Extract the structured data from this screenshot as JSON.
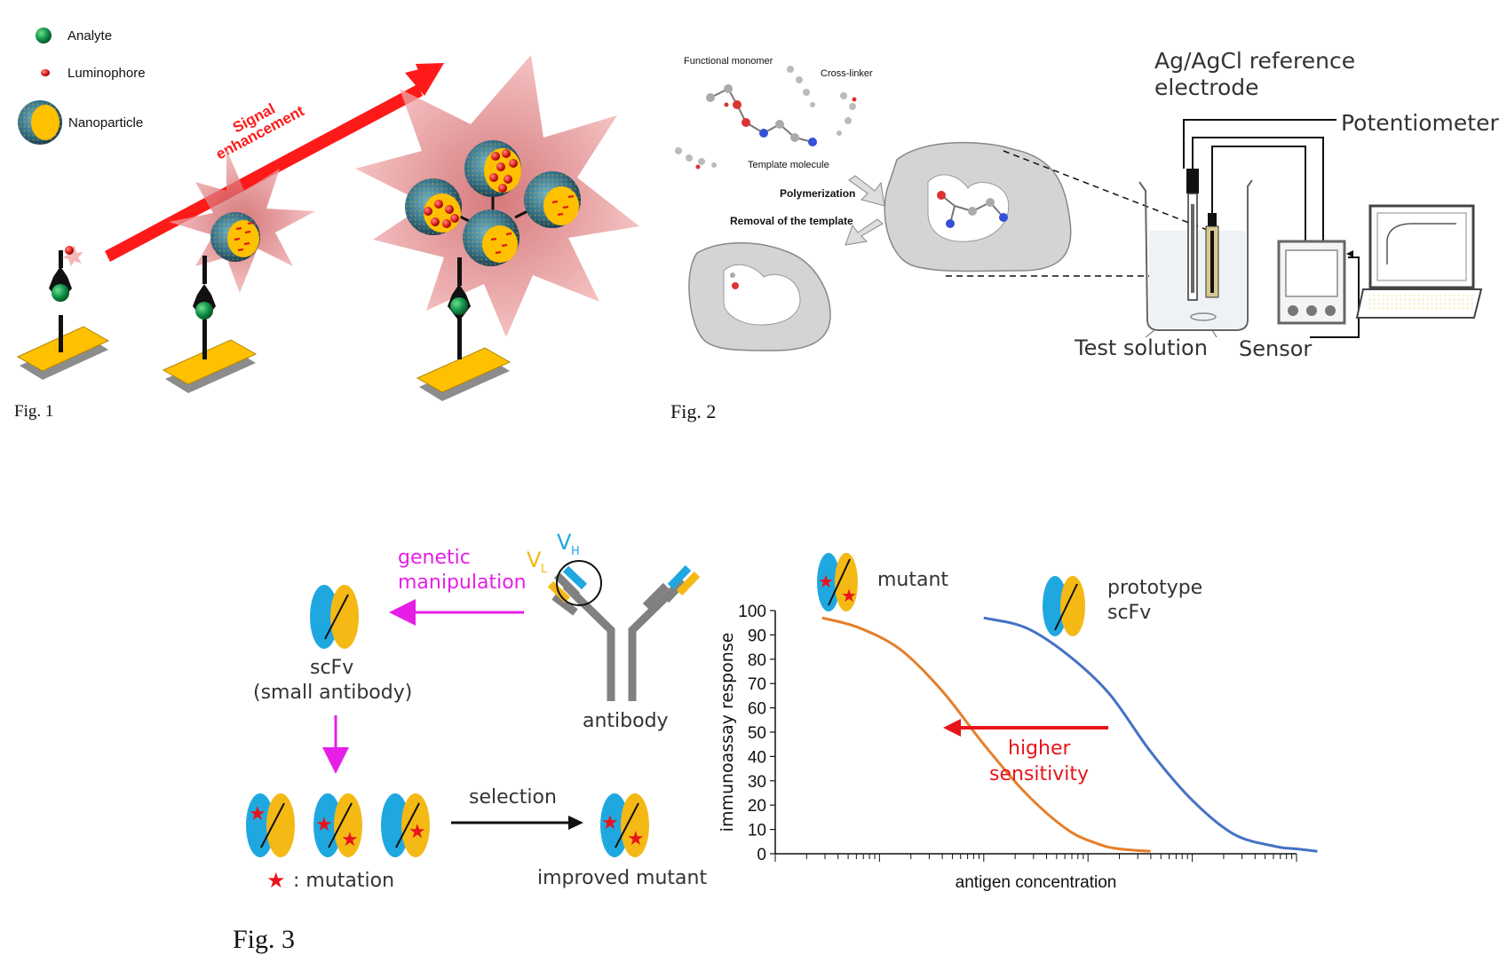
{
  "fig1": {
    "caption": "Fig. 1",
    "legend": [
      "Analyte",
      "Luminophore",
      "Nanoparticle"
    ],
    "signal_text_line1": "Signal",
    "signal_text_line2": "enhancement"
  },
  "fig2": {
    "caption": "Fig. 2",
    "functional_monomer": "Functional monomer",
    "cross_linker": "Cross-linker",
    "template_molecule": "Template molecule",
    "polymerization": "Polymerization",
    "removal": "Removal of the template",
    "reference_electrode_line1": "Ag/AgCl reference",
    "reference_electrode_line2": "electrode",
    "potentiometer": "Potentiometer",
    "test_solution": "Test solution",
    "sensor": "Sensor"
  },
  "fig3": {
    "caption": "Fig. 3",
    "genetic_line1": "genetic",
    "genetic_line2": "manipulation",
    "vl": "V",
    "vl_sub": "L",
    "vh": "V",
    "vh_sub": "H",
    "scfv_line1": "scFv",
    "scfv_line2": "(small antibody)",
    "antibody": "antibody",
    "selection": "selection",
    "mutation_legend": ": mutation",
    "improved_mutant": "improved mutant",
    "mutant_label": "mutant",
    "prototype_line1": "prototype",
    "prototype_line2": "scFv",
    "higher_line1": "higher",
    "higher_line2": "sensitivity"
  },
  "colors": {
    "blue_domain": "#1fa8e0",
    "yellow_domain": "#f5b915",
    "magenta": "#e61ee6",
    "mutant_curve": "#e57e2a",
    "prototype_curve": "#4472c4",
    "red": "#e8141c",
    "gold": "#ffc000"
  },
  "chart_data": {
    "type": "line",
    "xlabel": "antigen concentration",
    "ylabel": "immunoassay response",
    "ylim": [
      0,
      100
    ],
    "y_ticks": [
      0,
      10,
      20,
      30,
      40,
      50,
      60,
      70,
      80,
      90,
      100
    ],
    "x_scale": "log",
    "x_decades": 5,
    "x_range_decades": [
      0,
      5
    ],
    "grid": false,
    "series": [
      {
        "name": "mutant",
        "color": "#e57e2a",
        "x": [
          0.45,
          0.8,
          1.2,
          1.6,
          2.0,
          2.4,
          2.8,
          3.1,
          3.3,
          3.6
        ],
        "values": [
          97,
          93,
          84,
          67,
          45,
          25,
          10,
          4,
          2,
          1
        ]
      },
      {
        "name": "prototype scFv",
        "color": "#4472c4",
        "x": [
          2.0,
          2.4,
          2.8,
          3.2,
          3.6,
          4.0,
          4.4,
          4.8,
          5.0,
          5.2
        ],
        "values": [
          97,
          93,
          82,
          66,
          42,
          22,
          8,
          3,
          2,
          1
        ]
      }
    ]
  }
}
